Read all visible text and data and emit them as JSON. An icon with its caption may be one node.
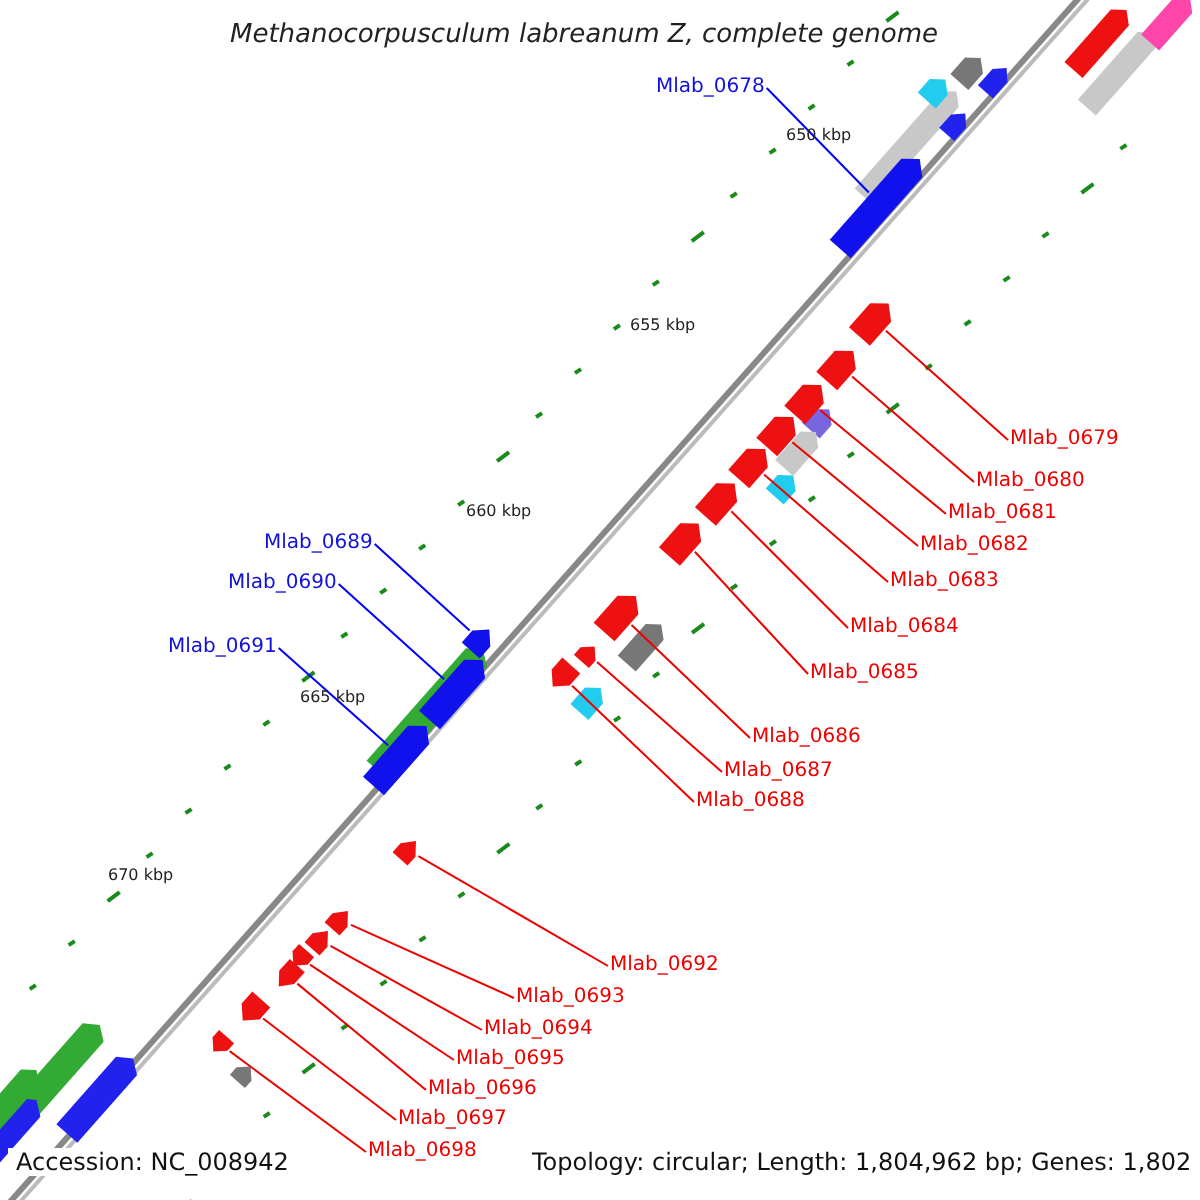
{
  "diagram": {
    "title": "Methanocorpusculum labreanum Z, complete genome",
    "nodes": [
      {
        "text": [
          "Mlab_0678"
        ]
      },
      {
        "text": [
          "Mlab_0679"
        ]
      },
      {
        "text": [
          "Mlab_0680"
        ]
      },
      {
        "text": [
          "Mlab_0681"
        ]
      },
      {
        "text": [
          "Mlab_0682"
        ]
      },
      {
        "text": [
          "Mlab_0683"
        ]
      },
      {
        "text": [
          "Mlab_0684"
        ]
      },
      {
        "text": [
          "Mlab_0685"
        ]
      },
      {
        "text": [
          "Mlab_0686"
        ]
      },
      {
        "text": [
          "Mlab_0687"
        ]
      },
      {
        "text": [
          "Mlab_0688"
        ]
      },
      {
        "text": [
          "Mlab_0689"
        ]
      },
      {
        "text": [
          "Mlab_0690"
        ]
      },
      {
        "text": [
          "Mlab_0691"
        ]
      },
      {
        "text": [
          "Mlab_0692"
        ]
      },
      {
        "text": [
          "Mlab_0693"
        ]
      },
      {
        "text": [
          "Mlab_0694"
        ]
      },
      {
        "text": [
          "Mlab_0695"
        ]
      },
      {
        "text": [
          "Mlab_0696"
        ]
      },
      {
        "text": [
          "Mlab_0697"
        ]
      },
      {
        "text": [
          "Mlab_0698"
        ]
      },
      {
        "text": [],
        "shape": "pentagon"
      },
      {
        "text": [],
        "shape": "pentagon"
      },
      {
        "text": [],
        "shape": "pentagon"
      },
      {
        "text": [],
        "shape": "pentagon"
      },
      {
        "text": [],
        "shape": "pentagon"
      },
      {
        "text": [],
        "shape": "pentagon"
      },
      {
        "text": [],
        "shape": "pentagon"
      },
      {
        "text": [],
        "shape": "pentagon"
      },
      {
        "text": [],
        "shape": "pentagon"
      },
      {
        "text": [],
        "shape": "pentagon"
      },
      {
        "text": [],
        "shape": "pentagon"
      },
      {
        "text": [],
        "shape": "pentagon"
      },
      {
        "text": [],
        "shape": "pentagon"
      },
      {
        "text": [],
        "shape": "pentagon"
      },
      {
        "text": [],
        "shape": "pentagon"
      },
      {
        "text": [],
        "shape": "pentagon"
      },
      {
        "text": [],
        "shape": "pentagon"
      },
      {
        "text": [],
        "shape": "pentagon"
      },
      {
        "text": [],
        "shape": "pentagon"
      },
      {
        "text": [],
        "shape": "pentagon"
      },
      {
        "text": [],
        "shape": "pentagon"
      }
    ],
    "edges": [
      {
        "from": 0,
        "to": 21,
        "arrow": "none",
        "color": "#0000ff"
      },
      {
        "from": 1,
        "to": 22,
        "arrow": "none"
      },
      {
        "from": 2,
        "to": 23,
        "arrow": "none"
      },
      {
        "from": 3,
        "to": 24,
        "arrow": "none"
      },
      {
        "from": 4,
        "to": 25,
        "arrow": "none"
      },
      {
        "from": 5,
        "to": 26,
        "arrow": "none"
      },
      {
        "from": 6,
        "to": 27,
        "arrow": "none"
      },
      {
        "from": 7,
        "to": 28,
        "arrow": "none"
      },
      {
        "from": 8,
        "to": 29,
        "arrow": "none"
      },
      {
        "from": 9,
        "to": 30,
        "arrow": "none"
      },
      {
        "from": 10,
        "to": 31,
        "arrow": "none"
      },
      {
        "from": 11,
        "to": 32,
        "arrow": "none",
        "color": "#0000ff"
      },
      {
        "from": 12,
        "to": 33,
        "arrow": "none",
        "color": "#0000ff"
      },
      {
        "from": 13,
        "to": 34,
        "arrow": "none",
        "color": "#0000ff"
      },
      {
        "from": 14,
        "to": 35,
        "arrow": "none"
      },
      {
        "from": 15,
        "to": 36,
        "arrow": "none"
      },
      {
        "from": 16,
        "to": 37,
        "arrow": "none"
      },
      {
        "from": 17,
        "to": 38,
        "arrow": "none"
      },
      {
        "from": 18,
        "to": 39,
        "arrow": "none"
      },
      {
        "from": 19,
        "to": 40,
        "arrow": "none"
      },
      {
        "from": 20,
        "to": 41,
        "arrow": "none"
      }
    ],
    "labels": [
      "650 kbp",
      "655 kbp",
      "660 kbp",
      "665 kbp",
      "670 kbp",
      "Accession: NC_008942",
      "Topology: circular; Length: 1,804,962 bp; Genes: 1,802"
    ]
  }
}
